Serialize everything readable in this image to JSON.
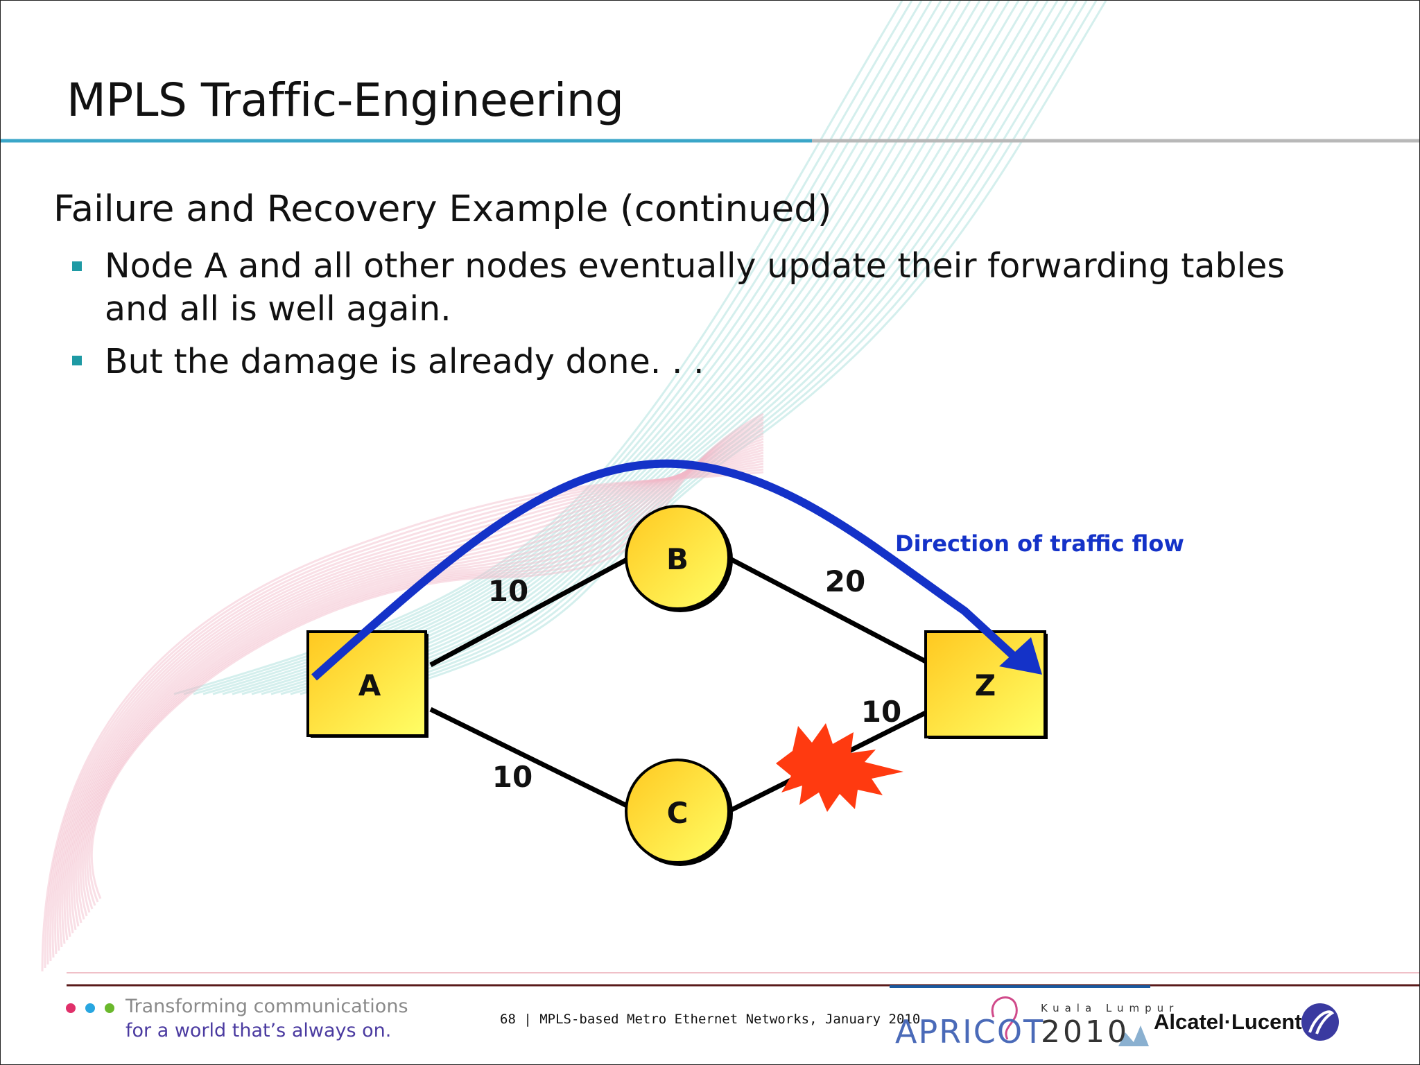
{
  "slide": {
    "title": "MPLS Traffic-Engineering",
    "subtitle": "Failure and Recovery Example (continued)",
    "bullets": [
      "Node A and all other nodes eventually update their forwarding tables and all is well again.",
      "But the damage is already done. . ."
    ]
  },
  "diagram": {
    "nodes": [
      {
        "id": "A",
        "label": "A",
        "shape": "square"
      },
      {
        "id": "B",
        "label": "B",
        "shape": "circle"
      },
      {
        "id": "C",
        "label": "C",
        "shape": "circle"
      },
      {
        "id": "Z",
        "label": "Z",
        "shape": "square"
      }
    ],
    "links": [
      {
        "from": "A",
        "to": "B",
        "cost": "10"
      },
      {
        "from": "B",
        "to": "Z",
        "cost": "20"
      },
      {
        "from": "A",
        "to": "C",
        "cost": "10"
      },
      {
        "from": "C",
        "to": "Z",
        "cost": "10",
        "failed": true
      }
    ],
    "flow_label": "Direction of traffic flow",
    "colors": {
      "node_fill": "#ffe04a",
      "flow_arrow": "#1432c8",
      "failure_burst": "#ff3a10"
    }
  },
  "footer": {
    "tagline_1": "Transforming communications",
    "tagline_2": "for a world that’s always on.",
    "center": "68 | MPLS-based Metro Ethernet Networks, January 2010",
    "event_name": "APRICOT",
    "event_year": "2010",
    "event_city": "Kuala Lumpur",
    "company": "Alcatel·Lucent"
  }
}
